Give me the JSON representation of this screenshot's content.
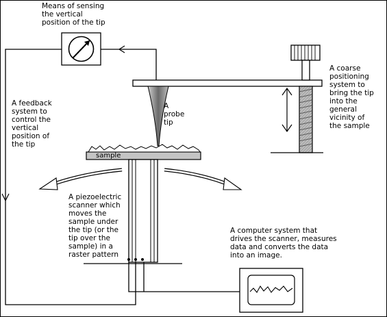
{
  "labels": {
    "sensing": "Means of sensing\nthe vertical\nposition of the tip",
    "coarse": "A coarse\npositioning\nsystem to\nbring the tip\ninto the\ngeneral\nvicinity of\nthe sample",
    "feedback": "A feedback\nsystem to\ncontrol the\nvertical\nposition of\nthe tip",
    "probe": "A\nprobe\ntip",
    "sample": "sample",
    "scanner": "A piezoelectric\nscanner which\nmoves the\nsample under\nthe tip (or the\ntip over the\nsample) in a\nraster pattern",
    "computer": "A computer system that\ndrives the scanner, measures\ndata and converts the data\ninto an image."
  }
}
